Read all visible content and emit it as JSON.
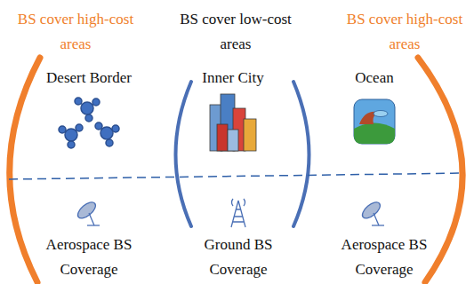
{
  "diagram": {
    "labels": [
      "BS cover high-cost areas",
      "BS cover low-cost areas",
      "BS cover high-cost areas",
      "Desert Border",
      "Inner City",
      "Ocean",
      "Aerospace BS Coverage",
      "Ground BS Coverage",
      "Aerospace BS Coverage"
    ]
  }
}
